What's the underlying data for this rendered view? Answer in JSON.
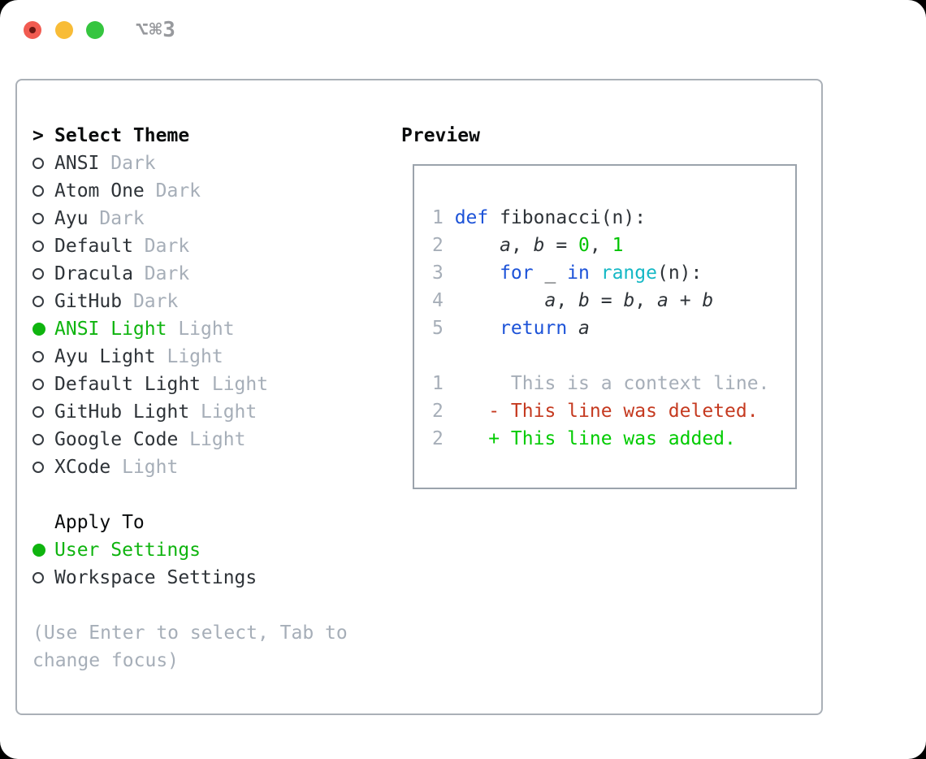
{
  "titlebar": {
    "shortcut": "⌥⌘3"
  },
  "theme_panel": {
    "prompt": ">",
    "header": "Select Theme",
    "items": [
      {
        "name": "ANSI",
        "variant": "Dark",
        "selected": false
      },
      {
        "name": "Atom One",
        "variant": "Dark",
        "selected": false
      },
      {
        "name": "Ayu",
        "variant": "Dark",
        "selected": false
      },
      {
        "name": "Default",
        "variant": "Dark",
        "selected": false
      },
      {
        "name": "Dracula",
        "variant": "Dark",
        "selected": false
      },
      {
        "name": "GitHub",
        "variant": "Dark",
        "selected": false
      },
      {
        "name": "ANSI Light",
        "variant": "Light",
        "selected": true
      },
      {
        "name": "Ayu Light",
        "variant": "Light",
        "selected": false
      },
      {
        "name": "Default Light",
        "variant": "Light",
        "selected": false
      },
      {
        "name": "GitHub Light",
        "variant": "Light",
        "selected": false
      },
      {
        "name": "Google Code",
        "variant": "Light",
        "selected": false
      },
      {
        "name": "XCode",
        "variant": "Light",
        "selected": false
      }
    ]
  },
  "apply_panel": {
    "header": "Apply To",
    "items": [
      {
        "name": "User Settings",
        "selected": true
      },
      {
        "name": "Workspace Settings",
        "selected": false
      }
    ]
  },
  "help_lines": [
    "(Use Enter to select, Tab to",
    "change focus)"
  ],
  "preview": {
    "header": "Preview",
    "code_lines": [
      {
        "num": "1",
        "segs": [
          [
            "def",
            "kw"
          ],
          [
            " fibonacci(n):",
            "fg"
          ]
        ]
      },
      {
        "num": "2",
        "segs": [
          [
            "    ",
            "fg"
          ],
          [
            "a",
            "var"
          ],
          [
            ", ",
            "fg"
          ],
          [
            "b",
            "var"
          ],
          [
            " = ",
            "fg"
          ],
          [
            "0",
            "num"
          ],
          [
            ", ",
            "fg"
          ],
          [
            "1",
            "num"
          ]
        ]
      },
      {
        "num": "3",
        "segs": [
          [
            "    ",
            "fg"
          ],
          [
            "for",
            "kw"
          ],
          [
            " _ ",
            "fg"
          ],
          [
            "in",
            "kw"
          ],
          [
            " ",
            "fg"
          ],
          [
            "range",
            "bi"
          ],
          [
            "(n):",
            "fg"
          ]
        ]
      },
      {
        "num": "4",
        "segs": [
          [
            "        ",
            "fg"
          ],
          [
            "a",
            "var"
          ],
          [
            ", ",
            "fg"
          ],
          [
            "b",
            "var"
          ],
          [
            " = ",
            "fg"
          ],
          [
            "b",
            "var"
          ],
          [
            ", ",
            "fg"
          ],
          [
            "a",
            "var"
          ],
          [
            " + ",
            "fg"
          ],
          [
            "b",
            "var"
          ]
        ]
      },
      {
        "num": "5",
        "segs": [
          [
            "    ",
            "fg"
          ],
          [
            "return",
            "kw"
          ],
          [
            " ",
            "fg"
          ],
          [
            "a",
            "var"
          ]
        ]
      }
    ],
    "diff_lines": [
      {
        "num": "1",
        "segs": [
          [
            "     This is a context line.",
            "gray"
          ]
        ]
      },
      {
        "num": "2",
        "segs": [
          [
            "   ",
            "fg"
          ],
          [
            "- This line was deleted.",
            "del"
          ]
        ]
      },
      {
        "num": "2",
        "segs": [
          [
            "   ",
            "fg"
          ],
          [
            "+ This line was added.",
            "add"
          ]
        ]
      }
    ]
  },
  "colors": {
    "header": "#0a0c0d",
    "fg": "#2e3338",
    "muted": "#a6aeb8",
    "select_green": "#0fb40f",
    "kw": "#1d53d8",
    "builtin": "#15b8c5",
    "number": "#00c300",
    "add": "#00cb00",
    "del": "#c53a20",
    "border_outer": "#aab0b7",
    "border_inner": "#9ba3ac",
    "titlebar_fg": "#97999d",
    "light_red": "#f15b51",
    "light_yellow": "#f8bc37",
    "light_green": "#35c53f",
    "red_dot": "#6b1712"
  }
}
